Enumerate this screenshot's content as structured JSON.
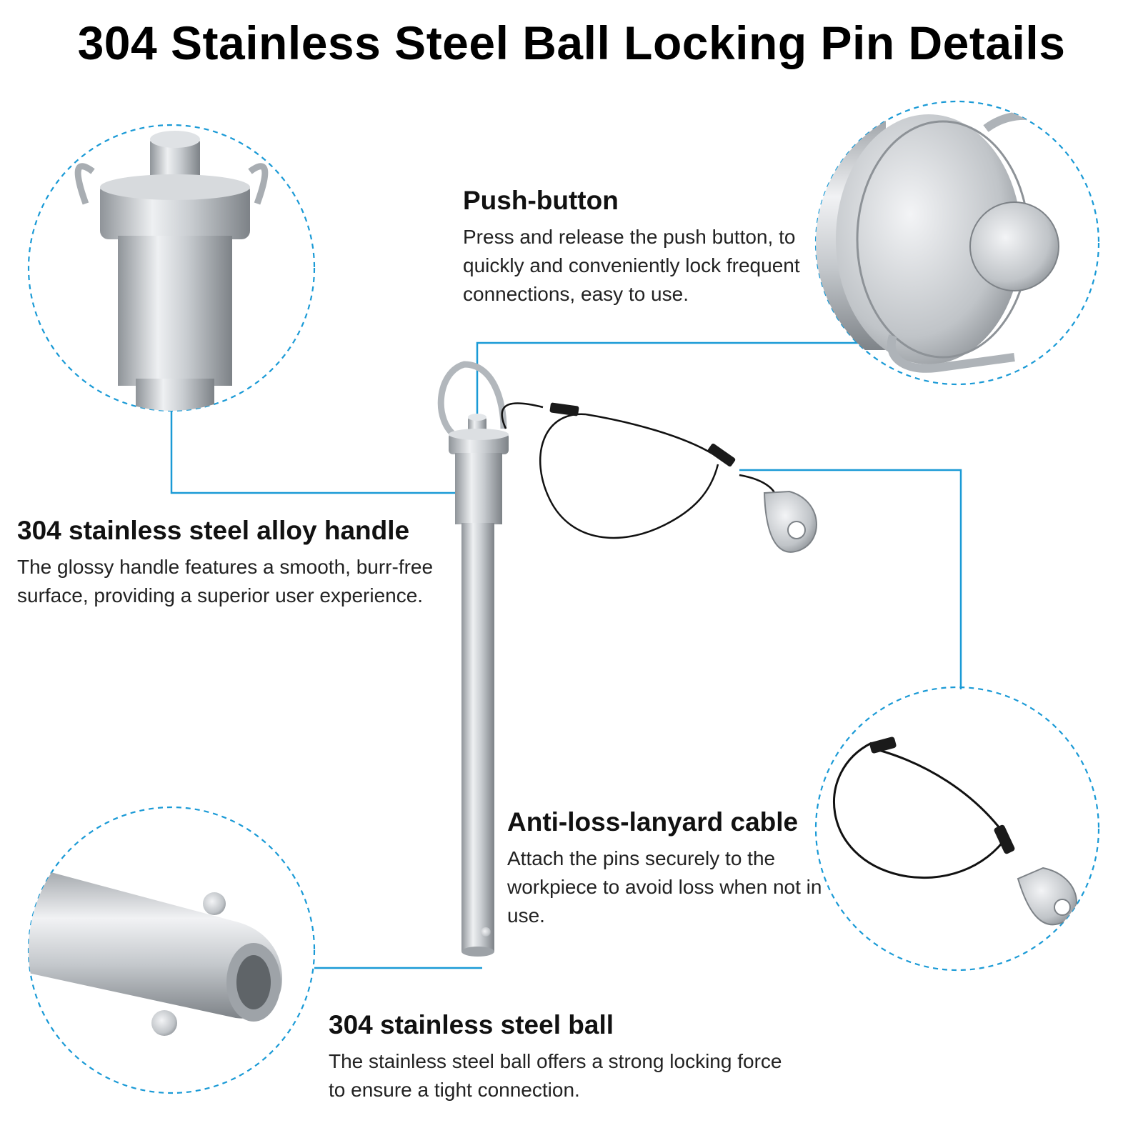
{
  "title": "304 Stainless Steel Ball Locking Pin Details",
  "colors": {
    "accent_line": "#1a9ad6",
    "steel_light": "#e6e8ea",
    "steel_mid": "#b8bcc0",
    "steel_dark": "#8a8f94",
    "cable": "#111111"
  },
  "features": {
    "push_button": {
      "heading": "Push-button",
      "body": "Press and release the push button, to quickly and conveniently lock frequent connections, easy to use."
    },
    "handle": {
      "heading": "304 stainless steel alloy handle",
      "body": "The glossy handle features a smooth, burr-free surface, providing a superior user experience."
    },
    "lanyard": {
      "heading": "Anti-loss-lanyard cable",
      "body": "Attach the pins securely to the workpiece to avoid loss when not in use."
    },
    "ball": {
      "heading": "304 stainless steel ball",
      "body": "The stainless steel ball offers a strong locking force to ensure a tight connection."
    }
  }
}
